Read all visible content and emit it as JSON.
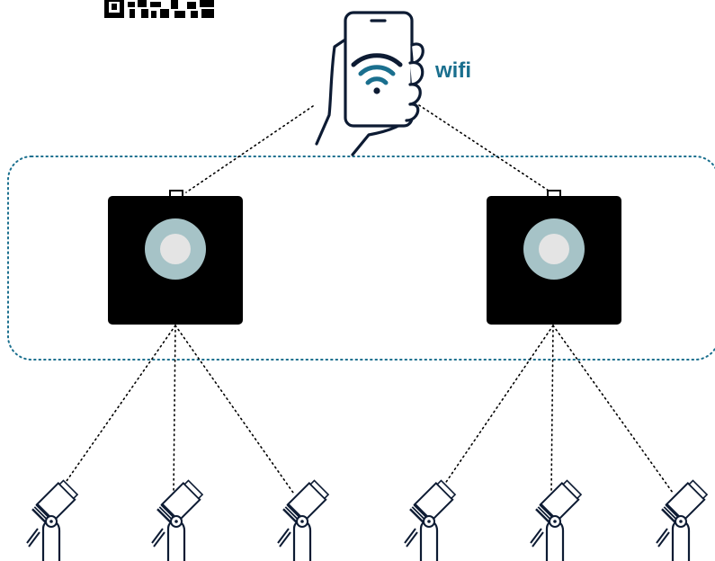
{
  "phone": {
    "wifi_label": "wifi"
  },
  "network": {
    "hub_count": 2,
    "spotlights_per_hub": 3
  },
  "colors": {
    "accent": "#1a6f8e",
    "outline": "#0d1b33",
    "hub_body": "#000000",
    "hub_lens_ring": "#a6c3c7",
    "hub_lens_center": "#e4e4e4",
    "connection_line": "#000000",
    "group_border": "#1a6f8e"
  },
  "icons": {
    "qr_code": "qr-code-icon",
    "phone": "smartphone-in-hand-icon",
    "wifi": "wifi-icon",
    "hub": "controller-hub-icon",
    "spotlight": "garden-spotlight-icon"
  }
}
